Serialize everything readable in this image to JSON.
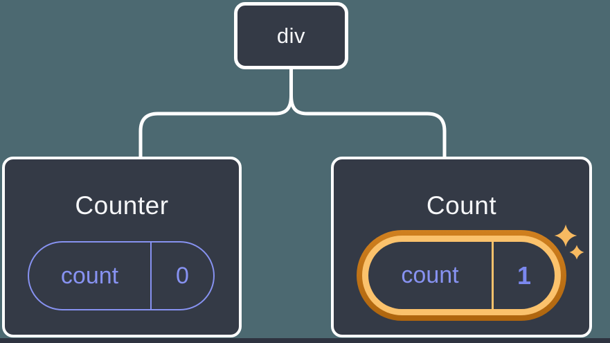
{
  "root_node": {
    "label": "div"
  },
  "cards": [
    {
      "title": "Counter",
      "state": {
        "key": "count",
        "value": "0"
      },
      "highlighted": false
    },
    {
      "title": "Count",
      "state": {
        "key": "count",
        "value": "1"
      },
      "highlighted": true
    }
  ],
  "icons": {
    "sparkles": "sparkles-icon"
  },
  "colors": {
    "background": "#4C6971",
    "card_background": "#343A46",
    "outline_white": "#FFFFFF",
    "state_purple": "#8792F1",
    "state_value_purple": "#7B88EF",
    "highlight_orange_dark": "#C1701A",
    "highlight_orange_light": "#FBC26C",
    "sparkle_orange": "#F7BA61",
    "bottom_strip": "#2E3340",
    "title_text": "#F6F7F9"
  }
}
